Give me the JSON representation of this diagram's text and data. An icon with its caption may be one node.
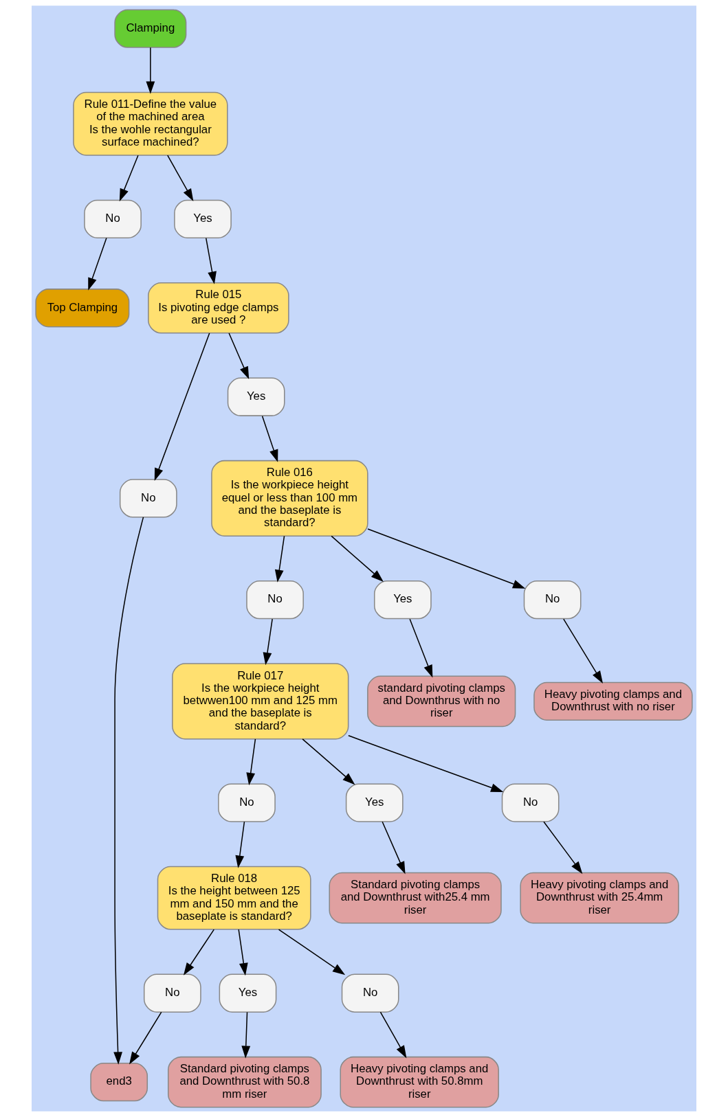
{
  "diagram": {
    "nodes": [
      {
        "text": [
          "Clamping"
        ]
      },
      {
        "text": [
          "Rule 011-Define the value of the machined area",
          "Is the wohle rectangular surface machined?"
        ]
      },
      {
        "text": [
          "No"
        ]
      },
      {
        "text": [
          "Yes"
        ]
      },
      {
        "text": [
          "Top Clamping"
        ]
      },
      {
        "text": [
          "Rule 015",
          "Is pivoting edge clamps are used ?"
        ]
      },
      {
        "text": [
          "No"
        ]
      },
      {
        "text": [
          "Yes"
        ]
      },
      {
        "text": [
          "end3"
        ]
      },
      {
        "text": [
          "Rule 016",
          "Is the workpiece height equel or less than 100 mm and the baseplate is standard?"
        ]
      },
      {
        "text": [
          "No"
        ]
      },
      {
        "text": [
          "Rule 017",
          "Is the workpiece height betwwen100 mm and 125 mm and the baseplate is standard?"
        ]
      },
      {
        "text": [
          "No"
        ]
      },
      {
        "text": [
          "Rule 018",
          "Is the height between 125 mm and 150 mm and the baseplate is standard?"
        ]
      },
      {
        "text": [
          "No"
        ]
      },
      {
        "text": [
          "Yes"
        ]
      },
      {
        "text": [
          "No"
        ]
      },
      {
        "text": [
          "standard pivoting clamps and Downthrus with no riser"
        ]
      },
      {
        "text": [
          "Heavy pivoting clamps and Downthrust with no riser"
        ]
      },
      {
        "text": [
          "Yes"
        ]
      },
      {
        "text": [
          "No"
        ]
      },
      {
        "text": [
          "Standard pivoting clamps and Downthrust with25.4 mm riser"
        ]
      },
      {
        "text": [
          "Heavy pivoting clamps and Downthrust with 25.4mm riser"
        ]
      },
      {
        "text": [
          "Yes"
        ]
      },
      {
        "text": [
          "No"
        ]
      },
      {
        "text": [
          "Standard pivoting clamps and Downthrust with 50.8 mm riser"
        ]
      },
      {
        "text": [
          "Heavy pivoting clamps and Downthrust with 50.8mm riser"
        ]
      }
    ],
    "edges": [
      {
        "from": 0,
        "to": 1,
        "arrow": "to"
      },
      {
        "from": 1,
        "to": 2,
        "arrow": "to"
      },
      {
        "from": 1,
        "to": 3,
        "arrow": "to"
      },
      {
        "from": 2,
        "to": 4,
        "arrow": "to"
      },
      {
        "from": 3,
        "to": 5,
        "arrow": "to"
      },
      {
        "from": 5,
        "to": 6,
        "arrow": "to"
      },
      {
        "from": 5,
        "to": 7,
        "arrow": "to"
      },
      {
        "from": 6,
        "to": 8,
        "arrow": "to"
      },
      {
        "from": 7,
        "to": 9,
        "arrow": "to"
      },
      {
        "from": 9,
        "to": 10,
        "arrow": "to"
      },
      {
        "from": 10,
        "to": 11,
        "arrow": "to"
      },
      {
        "from": 11,
        "to": 12,
        "arrow": "to"
      },
      {
        "from": 12,
        "to": 13,
        "arrow": "to"
      },
      {
        "from": 13,
        "to": 14,
        "arrow": "to"
      },
      {
        "from": 14,
        "to": 8,
        "arrow": "to"
      },
      {
        "from": 9,
        "to": 15,
        "arrow": "to"
      },
      {
        "from": 9,
        "to": 16,
        "arrow": "to"
      },
      {
        "from": 15,
        "to": 17,
        "arrow": "to"
      },
      {
        "from": 16,
        "to": 18,
        "arrow": "to"
      },
      {
        "from": 11,
        "to": 19,
        "arrow": "to"
      },
      {
        "from": 11,
        "to": 20,
        "arrow": "to"
      },
      {
        "from": 19,
        "to": 21,
        "arrow": "to"
      },
      {
        "from": 20,
        "to": 22,
        "arrow": "to"
      },
      {
        "from": 13,
        "to": 23,
        "arrow": "to"
      },
      {
        "from": 13,
        "to": 24,
        "arrow": "to"
      },
      {
        "from": 23,
        "to": 25,
        "arrow": "to"
      },
      {
        "from": 24,
        "to": 26,
        "arrow": "to"
      }
    ]
  }
}
